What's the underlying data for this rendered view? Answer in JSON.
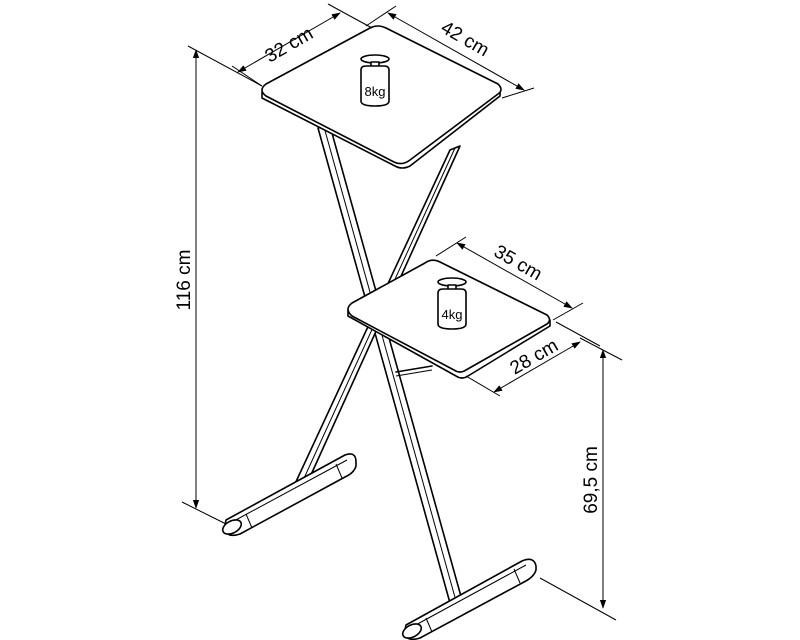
{
  "diagram": {
    "subject": "Two-tier X-frame stand",
    "dimensions": {
      "top_width": "32 cm",
      "top_depth": "42 cm",
      "total_height": "116 cm",
      "lower_depth": "35 cm",
      "lower_width": "28 cm",
      "lower_height": "69,5 cm"
    },
    "loads": {
      "top_shelf": "8kg",
      "lower_shelf": "4kg"
    },
    "colors": {
      "line": "#000000",
      "background": "#ffffff"
    }
  }
}
